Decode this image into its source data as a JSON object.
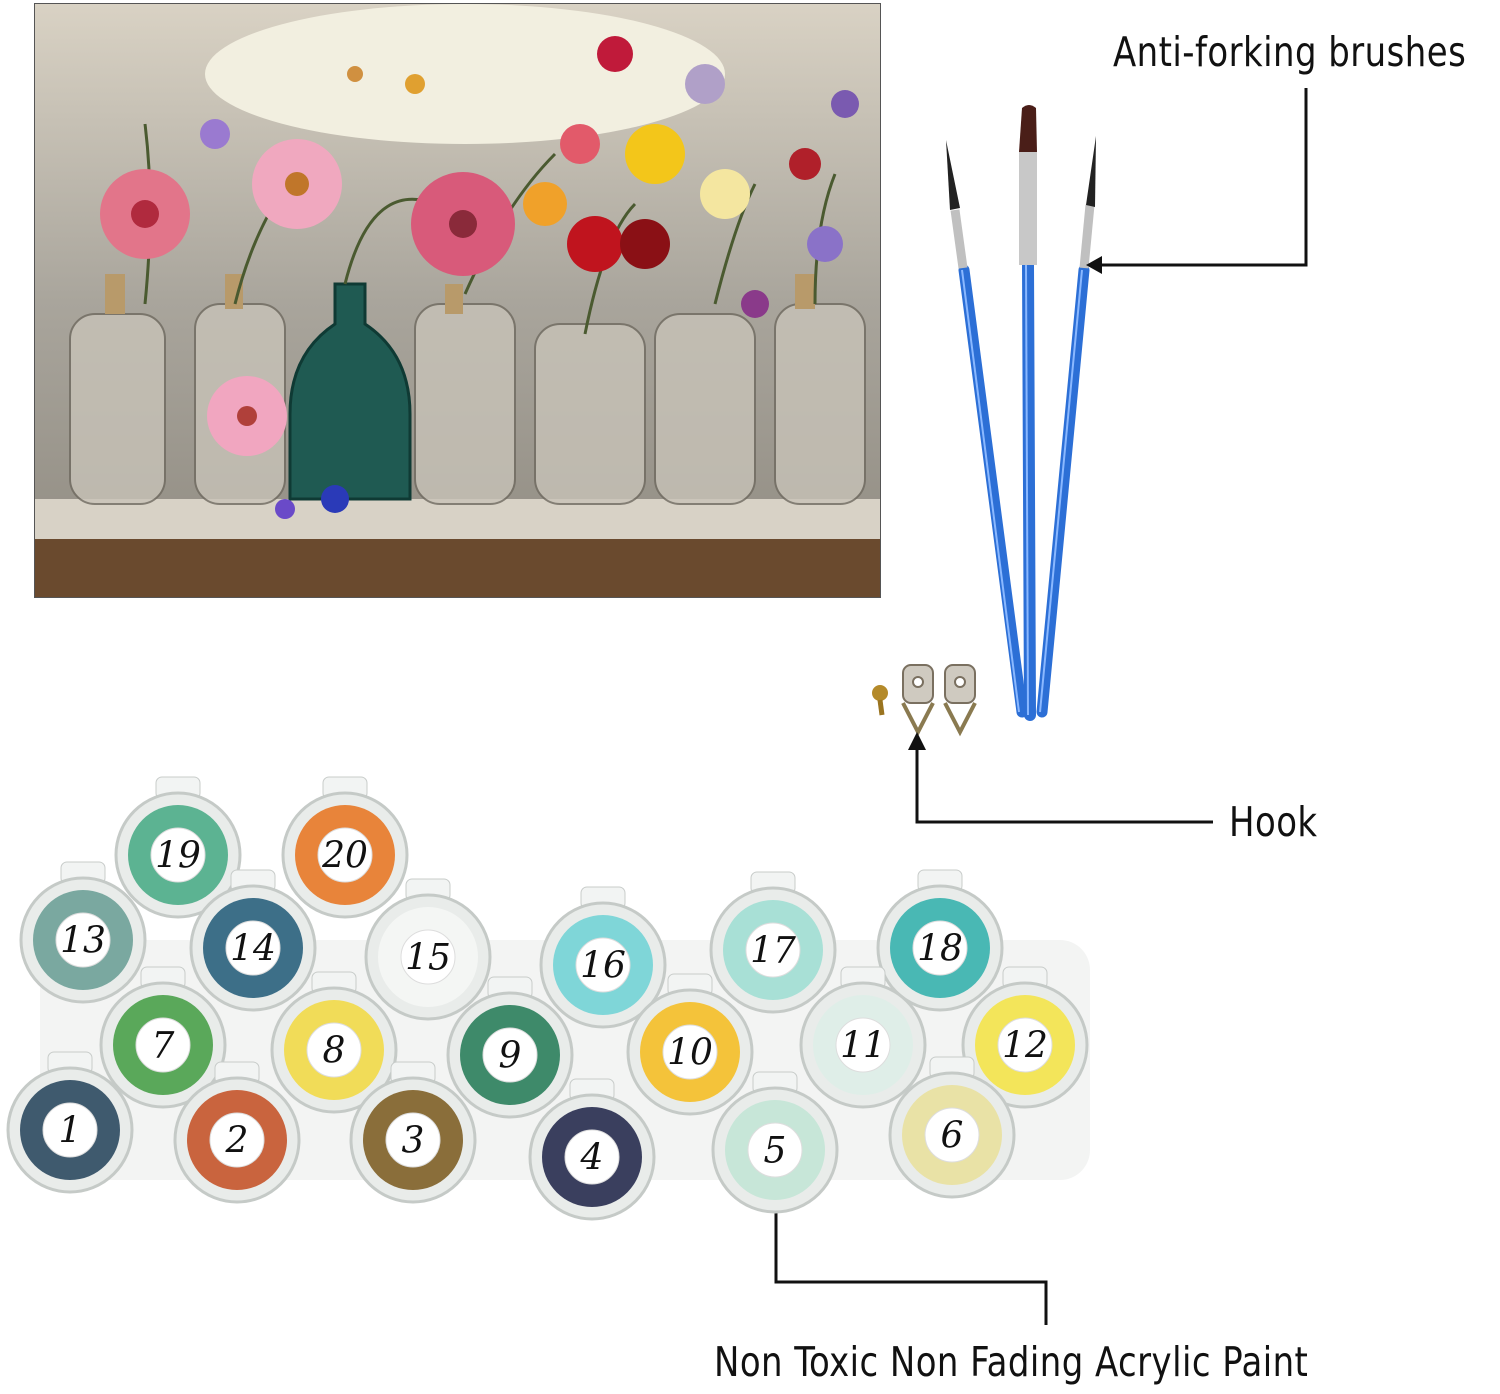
{
  "labels": {
    "brushes": "Anti-forking brushes",
    "hook": "Hook",
    "paint": "Non Toxic Non Fading Acrylic Paint"
  },
  "paint_pots": [
    {
      "number": "1",
      "color": "#3f5a6e"
    },
    {
      "number": "2",
      "color": "#c9643e"
    },
    {
      "number": "3",
      "color": "#8a6e3a"
    },
    {
      "number": "4",
      "color": "#3a3f5e"
    },
    {
      "number": "5",
      "color": "#c7e6d8"
    },
    {
      "number": "6",
      "color": "#e9e2a6"
    },
    {
      "number": "7",
      "color": "#5aa85a"
    },
    {
      "number": "8",
      "color": "#f1dc58"
    },
    {
      "number": "9",
      "color": "#3e8a6a"
    },
    {
      "number": "10",
      "color": "#f4c33a"
    },
    {
      "number": "11",
      "color": "#dfeee8"
    },
    {
      "number": "12",
      "color": "#f3e55a"
    },
    {
      "number": "13",
      "color": "#7aa8a0"
    },
    {
      "number": "14",
      "color": "#3d6f88"
    },
    {
      "number": "15",
      "color": "#f4f6f4"
    },
    {
      "number": "16",
      "color": "#7fd6d8"
    },
    {
      "number": "17",
      "color": "#a8e0d6"
    },
    {
      "number": "18",
      "color": "#49b8b4"
    },
    {
      "number": "19",
      "color": "#5cb392"
    },
    {
      "number": "20",
      "color": "#e8843a"
    }
  ],
  "colors": {
    "brush_handle": "#2c6fd6",
    "line": "#111111",
    "vase": "#1f5a52"
  }
}
